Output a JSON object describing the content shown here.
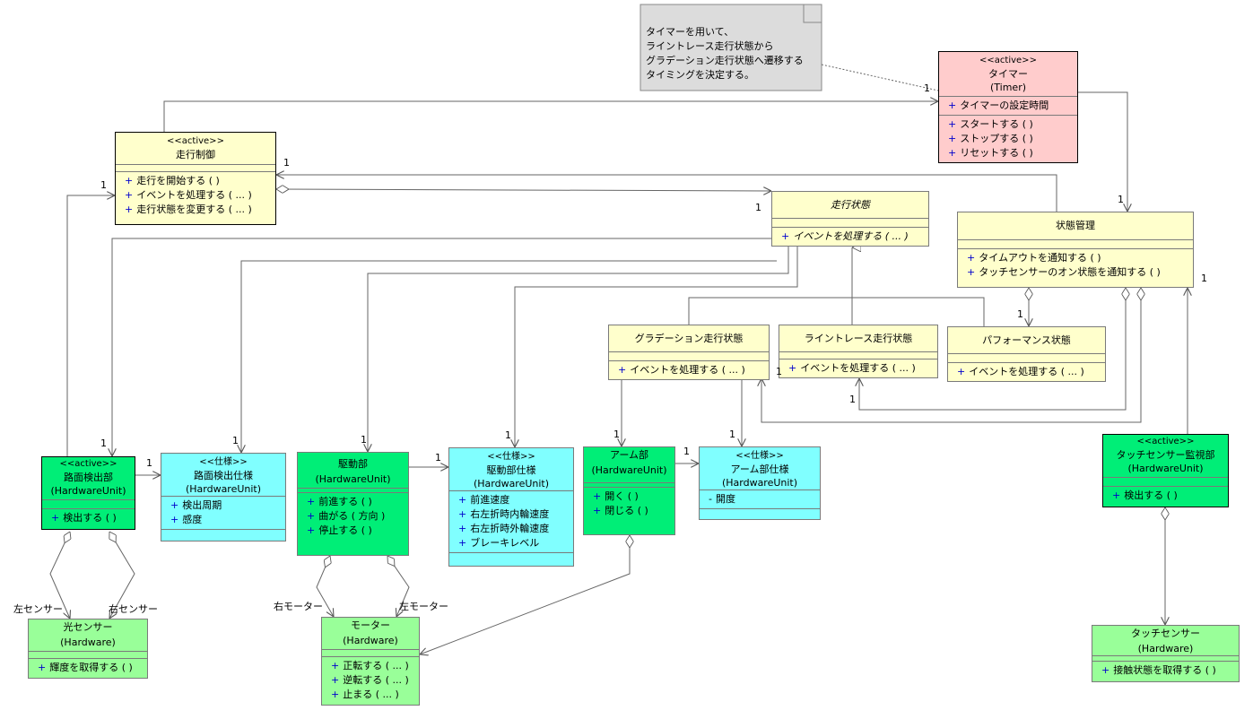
{
  "note": {
    "lines": [
      "タイマーを用いて、",
      "ライントレース走行状態から",
      "グラデーション走行状態へ遷移する",
      "タイミングを決定する。"
    ]
  },
  "classes": {
    "timer": {
      "stereotype": "<<active>>",
      "name": "タイマー",
      "sub": "(Timer)",
      "attrs": [
        "タイマーの設定時間"
      ],
      "ops": [
        "スタートする ( )",
        "ストップする ( )",
        "リセットする ( )"
      ]
    },
    "drive_control": {
      "stereotype": "<<active>>",
      "name": "走行制御",
      "ops": [
        "走行を開始する ( )",
        "イベントを処理する ( ... )",
        "走行状態を変更する ( ... )"
      ]
    },
    "drive_state": {
      "name": "走行状態",
      "ops": [
        "イベントを処理する ( ... )"
      ]
    },
    "state_manager": {
      "name": "状態管理",
      "ops": [
        "タイムアウトを通知する ( )",
        "タッチセンサーのオン状態を通知する ( )"
      ]
    },
    "gradation_state": {
      "name": "グラデーション走行状態",
      "ops": [
        "イベントを処理する ( ... )"
      ]
    },
    "linetrace_state": {
      "name": "ライントレース走行状態",
      "ops": [
        "イベントを処理する ( ... )"
      ]
    },
    "performance_state": {
      "name": "パフォーマンス状態",
      "ops": [
        "イベントを処理する ( ... )"
      ]
    },
    "road_detector": {
      "stereotype": "<<active>>",
      "name": "路面検出部",
      "sub": "(HardwareUnit)",
      "ops": [
        "検出する ( )"
      ]
    },
    "road_spec": {
      "stereotype": "<<仕様>>",
      "name": "路面検出仕様",
      "sub": "(HardwareUnit)",
      "attrs": [
        "検出周期",
        "感度"
      ]
    },
    "drive_unit": {
      "name": "駆動部",
      "sub": "(HardwareUnit)",
      "ops": [
        "前進する ( )",
        "曲がる ( 方向 )",
        "停止する ( )"
      ]
    },
    "drive_spec": {
      "stereotype": "<<仕様>>",
      "name": "駆動部仕様",
      "sub": "(HardwareUnit)",
      "attrs": [
        "前進速度",
        "右左折時内輪速度",
        "右左折時外輪速度",
        "ブレーキレベル"
      ]
    },
    "arm_unit": {
      "name": "アーム部",
      "sub": "(HardwareUnit)",
      "ops": [
        "開く ( )",
        "閉じる ( )"
      ]
    },
    "arm_spec": {
      "stereotype": "<<仕様>>",
      "name": "アーム部仕様",
      "sub": "(HardwareUnit)",
      "attrs": [
        "開度"
      ]
    },
    "touch_monitor": {
      "stereotype": "<<active>>",
      "name": "タッチセンサー監視部",
      "sub": "(HardwareUnit)",
      "ops": [
        "検出する ( )"
      ]
    },
    "light_sensor": {
      "name": "光センサー",
      "sub": "(Hardware)",
      "ops": [
        "輝度を取得する ( )"
      ]
    },
    "motor": {
      "name": "モーター",
      "sub": "(Hardware)",
      "ops": [
        "正転する ( ... )",
        "逆転する ( ... )",
        "止まる ( ... )"
      ]
    },
    "touch_sensor": {
      "name": "タッチセンサー",
      "sub": "(Hardware)",
      "ops": [
        "接触状態を取得する ( )"
      ]
    }
  },
  "labels": {
    "one": "1",
    "left_sensor": "左センサー",
    "right_sensor": "右センサー",
    "right_motor": "右モーター",
    "left_motor": "左モーター"
  },
  "colors": {
    "active_timer": "#ffcccc",
    "control": "#ffffcc",
    "hardware_unit": "#00ee77",
    "hardware": "#99ff99",
    "spec": "#80ffff",
    "note": "#dcdcdc"
  }
}
